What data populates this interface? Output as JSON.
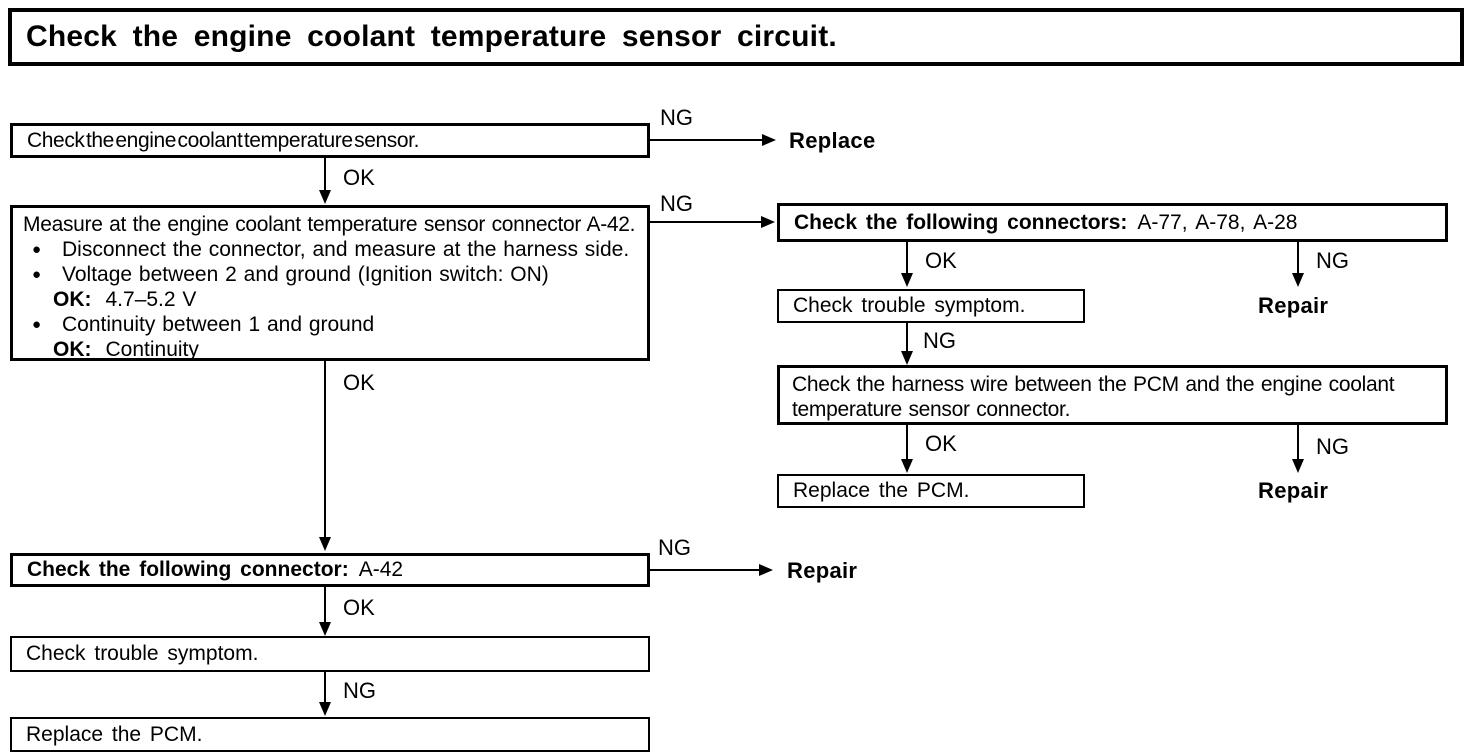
{
  "header": {
    "title": "Check the engine coolant temperature sensor circuit."
  },
  "labels": {
    "ok": "OK",
    "ng": "NG"
  },
  "terminals": {
    "replace": "Replace",
    "repair": "Repair"
  },
  "left": {
    "check_sensor": {
      "text": "Check the engine coolant temperature sensor."
    },
    "measure": {
      "bullet_glyph": "●",
      "heading": "Measure at the engine coolant temperature sensor connector A-42.",
      "bullet1": "Disconnect the connector, and measure at the harness side.",
      "bullet2": "Voltage between 2 and ground (Ignition switch: ON)",
      "bullet2_ok_label": "OK:",
      "bullet2_ok_value": "4.7–5.2 V",
      "bullet3": "Continuity between 1 and ground",
      "bullet3_ok_label": "OK:",
      "bullet3_ok_value": "Continuity"
    },
    "connector_a42": {
      "prefix": "Check the following connector:",
      "value": "A-42"
    },
    "trouble_symptom": {
      "text": "Check trouble symptom."
    },
    "replace_pcm": {
      "text": "Replace the PCM."
    }
  },
  "right": {
    "connectors": {
      "prefix": "Check the following connectors:",
      "value": "A-77, A-78, A-28"
    },
    "trouble_symptom": {
      "text": "Check trouble symptom."
    },
    "harness": {
      "text": "Check the harness wire between the PCM and the engine coolant temperature sensor connector."
    },
    "replace_pcm": {
      "text": "Replace the PCM."
    }
  }
}
